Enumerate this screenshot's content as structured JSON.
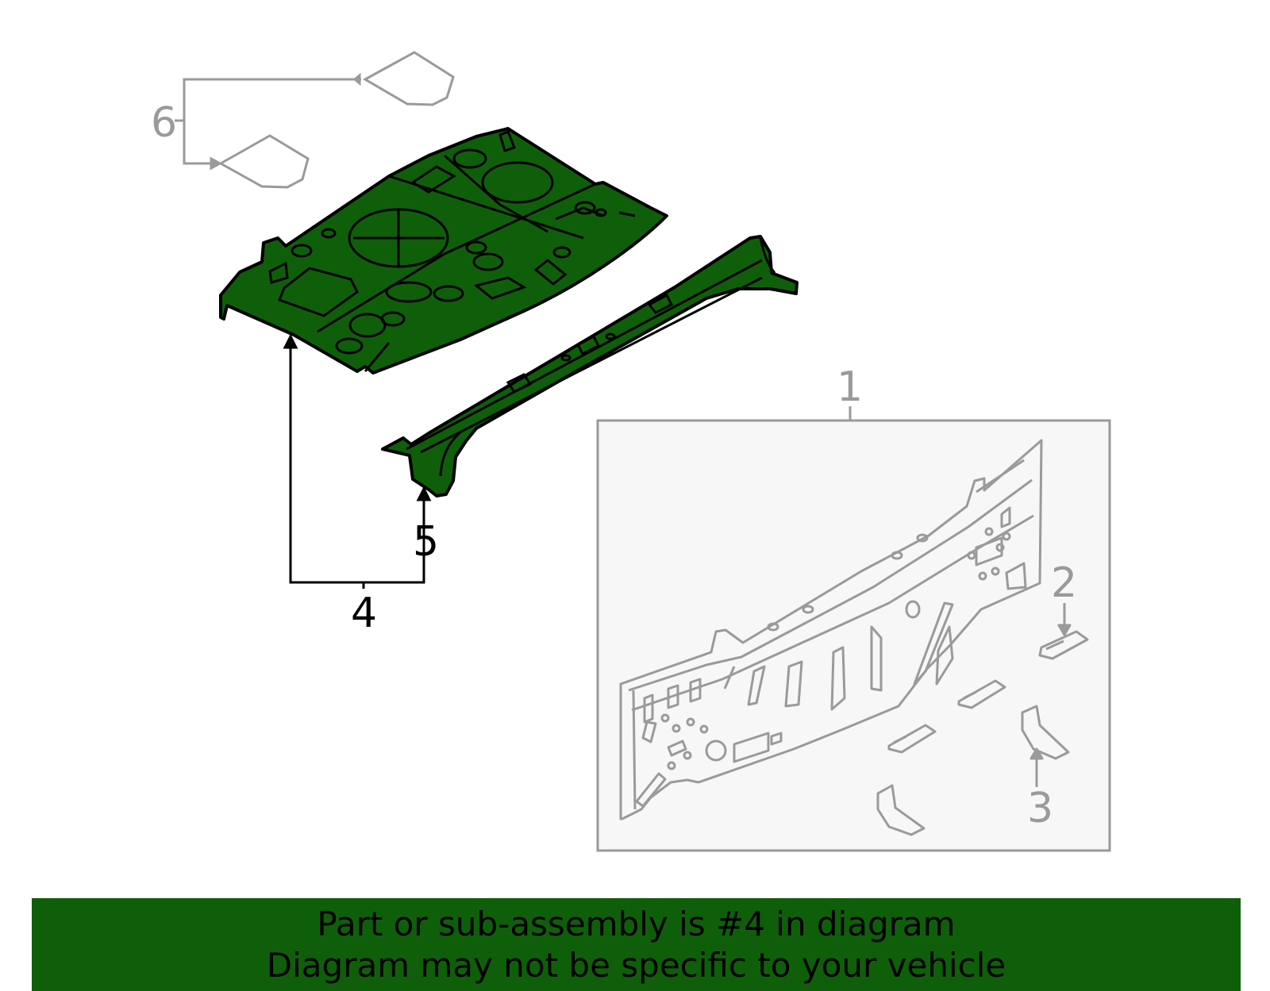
{
  "callouts": {
    "c1": "1",
    "c2": "2",
    "c3": "3",
    "c4": "4",
    "c5": "5",
    "c6": "6"
  },
  "banner": {
    "line1": "Part or sub-assembly is #4 in diagram",
    "line2": "Diagram may not be specific to your vehicle"
  },
  "colors": {
    "highlight": "#0f5f0a",
    "outline": "#000000",
    "gray": "#9a9a9a",
    "box_fill": "#f7f7f7"
  }
}
